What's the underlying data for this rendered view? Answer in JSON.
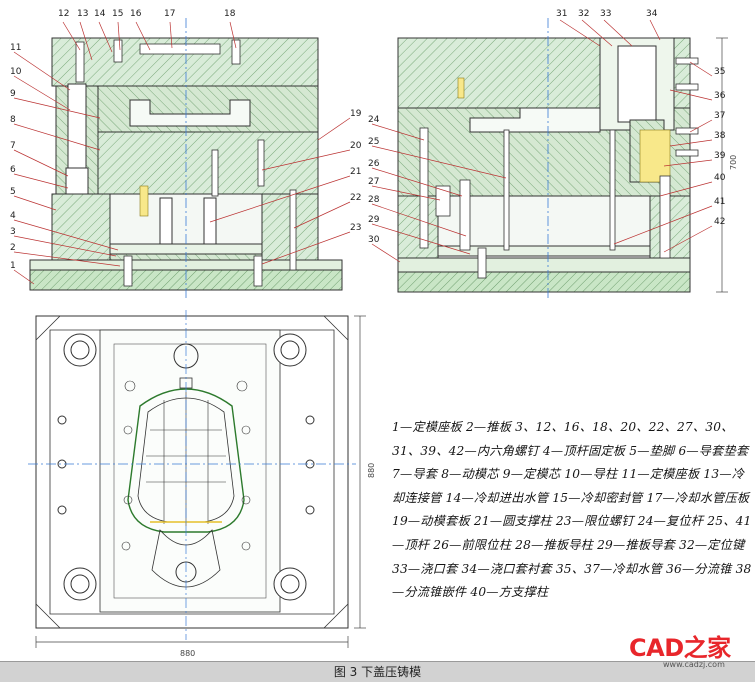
{
  "figure": {
    "caption": "图 3 下盖压铸模",
    "watermark": {
      "brand": "CAD之家",
      "site": "www.cadzj.com"
    }
  },
  "front_view": {
    "callouts_top": [
      "12",
      "13",
      "14",
      "15",
      "16",
      "17",
      "18"
    ],
    "callouts_left": [
      "11",
      "10",
      "9",
      "8",
      "7",
      "6",
      "5",
      "4",
      "3",
      "2",
      "1"
    ],
    "callouts_right": [
      "19",
      "20",
      "21",
      "22",
      "23"
    ]
  },
  "side_view": {
    "callouts_top": [
      "31",
      "32",
      "33",
      "34"
    ],
    "callouts_left": [
      "24",
      "25",
      "26",
      "27",
      "28",
      "29",
      "30"
    ],
    "callouts_right": [
      "35",
      "36",
      "37",
      "38",
      "39",
      "40",
      "41",
      "42"
    ],
    "dim_height": "700"
  },
  "plan_view": {
    "dim_width": "880",
    "dim_height": "880"
  },
  "legend": {
    "text": "1—定模座板 2—推板 3、12、16、18、20、22、27、30、31、39、42—内六角螺钉 4—顶杆固定板 5—垫脚 6—导套垫套 7—导套 8—动模芯 9—定模芯 10—导柱 11—定模座板 13—冷却连接管 14—冷却进出水管 15—冷却密封管 17—冷却水管压板 19—动模套板 21—圆支撑柱 23—限位螺钉 24—复位杆 25、41—顶杆 26—前限位柱 28—推板导柱 29—推板导套 32—定位键 33—浇口套 34—浇口套衬套 35、37—冷却水管 36—分流锥 38—分流锥嵌件 40—方支撑柱"
  }
}
